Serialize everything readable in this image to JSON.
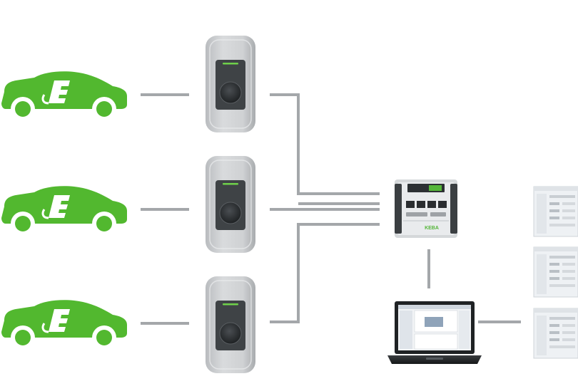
{
  "colors": {
    "car": "#52b82f",
    "connector": "#a4a7aa",
    "charger_body": "#c8cacc",
    "charger_panel": "#3f4346",
    "charger_led": "#6fd04a",
    "controller_accent": "#55b63a",
    "screen_bg": "#eef1f4"
  },
  "icons": {
    "car": "electric-car-icon",
    "charger": "wallbox-charger-icon",
    "controller": "charging-controller-icon",
    "laptop": "laptop-icon",
    "screen": "software-screen-icon"
  },
  "controller": {
    "brand": "KEBA"
  },
  "cars": [
    {
      "id": 1
    },
    {
      "id": 2
    },
    {
      "id": 3
    }
  ],
  "chargers": [
    {
      "id": 1
    },
    {
      "id": 2
    },
    {
      "id": 3
    }
  ],
  "screens": [
    {
      "id": 1
    },
    {
      "id": 2
    },
    {
      "id": 3
    }
  ]
}
